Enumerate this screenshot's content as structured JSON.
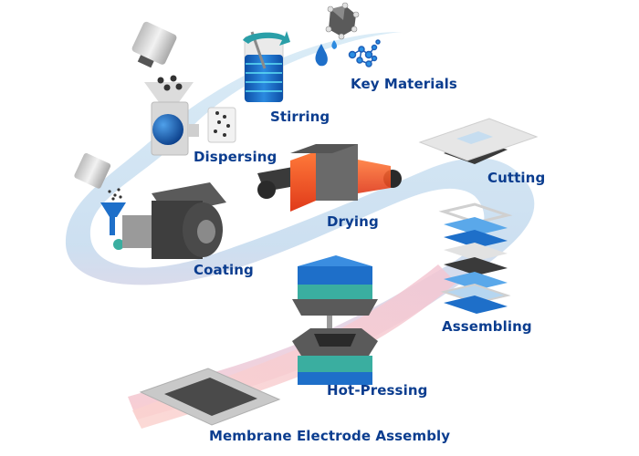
{
  "diagram": {
    "title": "Membrane Electrode Assembly manufacturing process",
    "colors": {
      "label": "#0b3d8f",
      "ribbon_start": "#cfe3f3",
      "ribbon_end": "#f7c9cf",
      "accent_blue": "#1e6fc9",
      "teal": "#3aaea0",
      "heater": "#f05a28",
      "dark_gray": "#4a4a4a"
    },
    "steps": [
      {
        "id": "key-materials",
        "label": "Key Materials",
        "order": 1
      },
      {
        "id": "stirring",
        "label": "Stirring",
        "order": 2
      },
      {
        "id": "dispersing",
        "label": "Dispersing",
        "order": 3
      },
      {
        "id": "coating",
        "label": "Coating",
        "order": 4
      },
      {
        "id": "drying",
        "label": "Drying",
        "order": 5
      },
      {
        "id": "cutting",
        "label": "Cutting",
        "order": 6
      },
      {
        "id": "assembling",
        "label": "Assembling",
        "order": 7
      },
      {
        "id": "hot-pressing",
        "label": "Hot-Pressing",
        "order": 8
      },
      {
        "id": "mea",
        "label": "Membrane Electrode Assembly",
        "order": 9
      }
    ]
  }
}
